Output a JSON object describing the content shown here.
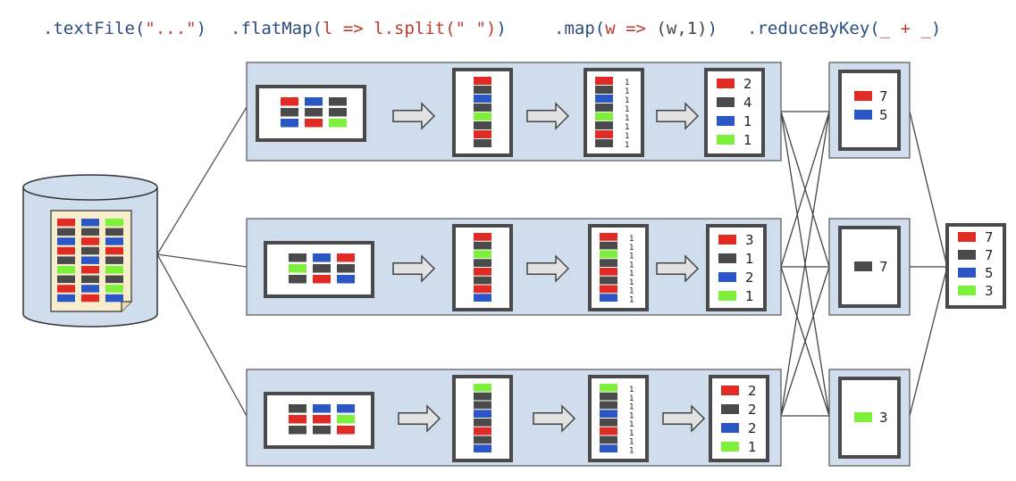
{
  "colors": {
    "red": "#e02b24",
    "gray": "#4a4a4a",
    "blue": "#2a56c6",
    "green": "#7cf03a",
    "partition_fill": "#cfdded",
    "frame": "#555555",
    "code_default": "#2b4c7e",
    "code_string": "#c0392b"
  },
  "code_labels": [
    [
      {
        "t": ".textFile(",
        "c": "b"
      },
      {
        "t": "\"...\"",
        "c": "s"
      },
      {
        "t": ")",
        "c": "b"
      }
    ],
    [
      {
        "t": ".flatMap(",
        "c": "b"
      },
      {
        "t": "l => l.split(\" \")",
        "c": "s"
      },
      {
        "t": ")",
        "c": "b"
      }
    ],
    [
      {
        "t": ".map(",
        "c": "b"
      },
      {
        "t": "w => ",
        "c": "s"
      },
      {
        "t": "(w,1)",
        "c": "k"
      },
      {
        "t": ")",
        "c": "b"
      }
    ],
    [
      {
        "t": ".reduceByKey(",
        "c": "b"
      },
      {
        "t": "_ + _",
        "c": "s"
      },
      {
        "t": ")",
        "c": "b"
      }
    ]
  ],
  "source_file": {
    "icon": "cylinder-storage-icon",
    "grid_columns": [
      [
        "red",
        "gray",
        "blue",
        "red",
        "gray",
        "green",
        "gray",
        "red",
        "blue"
      ],
      [
        "blue",
        "gray",
        "red",
        "gray",
        "blue",
        "red",
        "gray",
        "blue",
        "red"
      ],
      [
        "green",
        "gray",
        "blue",
        "red",
        "gray",
        "green",
        "gray",
        "green",
        "blue"
      ]
    ]
  },
  "partitions": [
    {
      "input_rows": [
        [
          "red",
          "blue",
          "gray"
        ],
        [
          "gray",
          "gray",
          "gray"
        ],
        [
          "blue",
          "red",
          "green"
        ]
      ],
      "words": [
        "red",
        "gray",
        "blue",
        "gray",
        "green",
        "gray",
        "red",
        "gray"
      ],
      "pair_value": "1",
      "counts": [
        {
          "color": "red",
          "value": "2"
        },
        {
          "color": "gray",
          "value": "4"
        },
        {
          "color": "blue",
          "value": "1"
        },
        {
          "color": "green",
          "value": "1"
        }
      ]
    },
    {
      "input_rows": [
        [
          "gray",
          "blue",
          "red"
        ],
        [
          "green",
          "gray",
          "gray"
        ],
        [
          "gray",
          "red",
          "blue"
        ]
      ],
      "words": [
        "red",
        "gray",
        "green",
        "gray",
        "red",
        "gray",
        "red",
        "blue"
      ],
      "pair_value": "1",
      "counts": [
        {
          "color": "red",
          "value": "3"
        },
        {
          "color": "gray",
          "value": "1"
        },
        {
          "color": "blue",
          "value": "2"
        },
        {
          "color": "green",
          "value": "1"
        }
      ]
    },
    {
      "input_rows": [
        [
          "gray",
          "blue",
          "blue"
        ],
        [
          "red",
          "red",
          "green"
        ],
        [
          "gray",
          "gray",
          "red"
        ]
      ],
      "words": [
        "green",
        "gray",
        "gray",
        "blue",
        "gray",
        "red",
        "gray",
        "blue"
      ],
      "pair_value": "1",
      "counts": [
        {
          "color": "red",
          "value": "2"
        },
        {
          "color": "gray",
          "value": "2"
        },
        {
          "color": "blue",
          "value": "2"
        },
        {
          "color": "green",
          "value": "1"
        }
      ]
    }
  ],
  "reduced": [
    [
      {
        "color": "red",
        "value": "7"
      },
      {
        "color": "blue",
        "value": "5"
      }
    ],
    [
      {
        "color": "gray",
        "value": "7"
      }
    ],
    [
      {
        "color": "green",
        "value": "3"
      }
    ]
  ],
  "final": [
    {
      "color": "red",
      "value": "7"
    },
    {
      "color": "gray",
      "value": "7"
    },
    {
      "color": "blue",
      "value": "5"
    },
    {
      "color": "green",
      "value": "3"
    }
  ]
}
